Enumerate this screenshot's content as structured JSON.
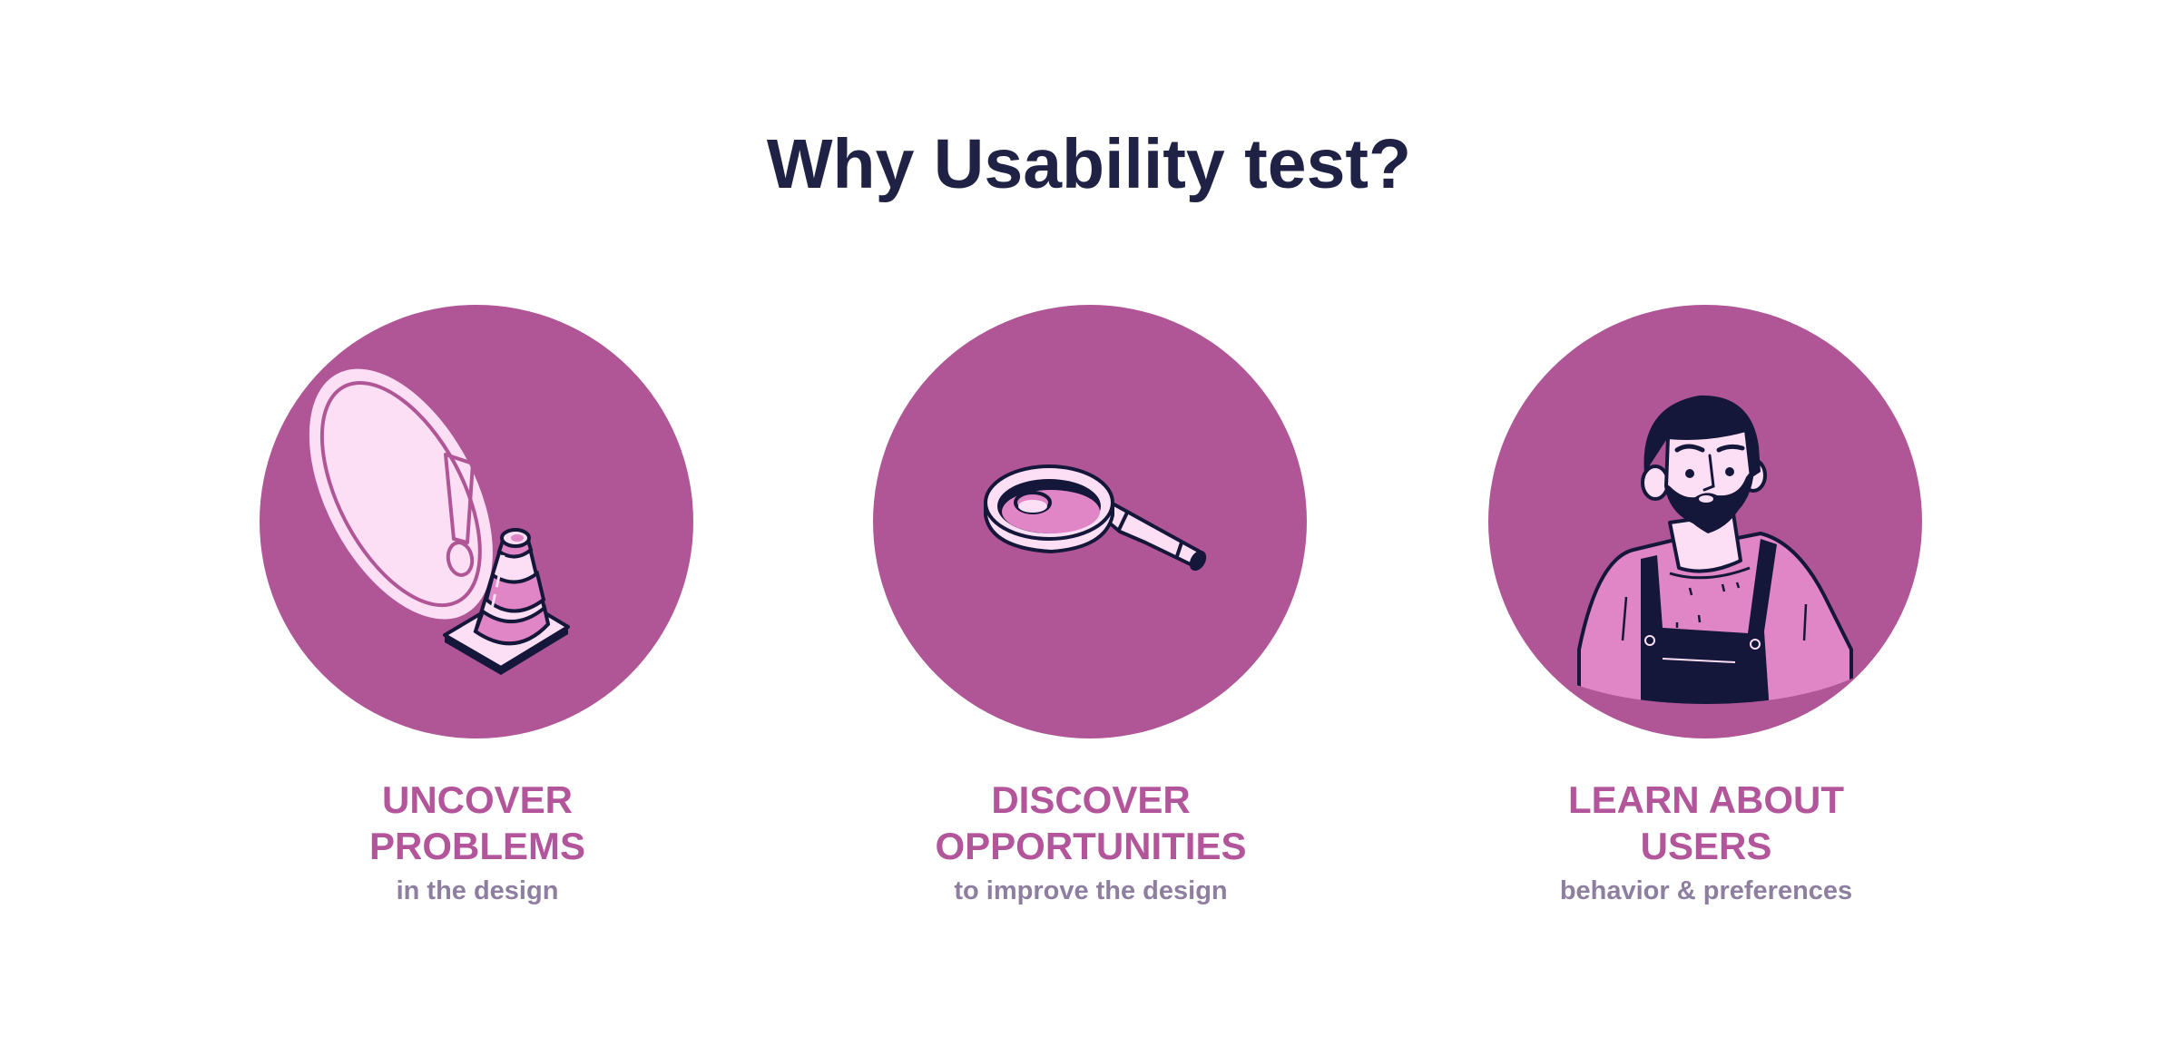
{
  "title": "Why Usability test?",
  "colors": {
    "title": "#1f2244",
    "circle": "#b05696",
    "heading": "#b3559a",
    "subtitle": "#8e7fa0",
    "light_pink": "#fcdff5",
    "mid_pink": "#e085c6",
    "outline": "#14173a"
  },
  "cards": [
    {
      "icon": "traffic-cone-warning-icon",
      "heading_lines": [
        "UNCOVER",
        "PROBLEMS"
      ],
      "subtitle": "in the design"
    },
    {
      "icon": "magnifying-glass-icon",
      "heading_lines": [
        "DISCOVER",
        "OPPORTUNITIES"
      ],
      "subtitle": "to improve the design"
    },
    {
      "icon": "bearded-user-avatar-icon",
      "heading_lines": [
        "LEARN ABOUT",
        "USERS"
      ],
      "subtitle": "behavior & preferences"
    }
  ]
}
